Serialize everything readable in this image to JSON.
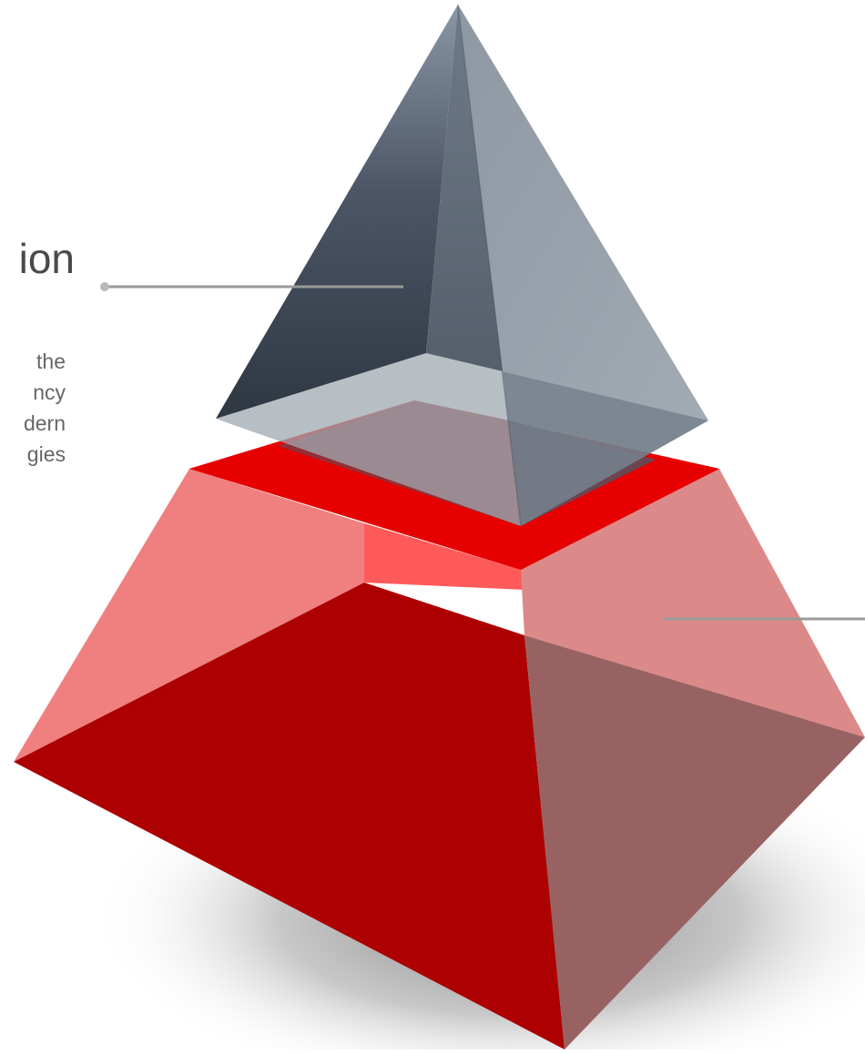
{
  "diagram": {
    "type": "exploded-pyramid",
    "tiers": [
      {
        "id": "top",
        "title": "ion",
        "description_lines": [
          "the",
          "ncy",
          "dern",
          "gies"
        ],
        "colors": {
          "dark": "#39414d",
          "mid": "#5a6573",
          "light": "#97a0aa",
          "base": "#a7b0b8"
        }
      },
      {
        "id": "bottom",
        "colors": {
          "front": "#ad0000",
          "left": "#f07f7f",
          "right": "#dc8989",
          "shade": "#996262",
          "rim": "#e60000",
          "inner": "#ff5a5a",
          "window": "#932f36",
          "window_dark": "#6b4650"
        }
      }
    ],
    "connector_color": "#9a9a9a"
  }
}
